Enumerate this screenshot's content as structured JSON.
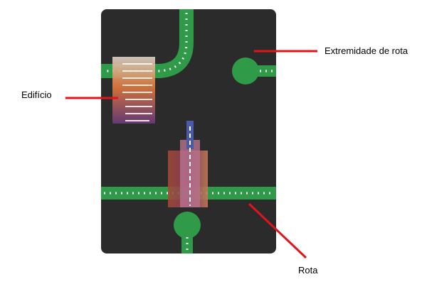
{
  "labels": {
    "building": "Edifício",
    "route_end": "Extremidade de rota",
    "route": "Rota"
  },
  "colors": {
    "tile_background": "#2b2b2b",
    "road": "#2f9a48",
    "road_dots": "#ffffff",
    "pointer": "#e0151b"
  }
}
